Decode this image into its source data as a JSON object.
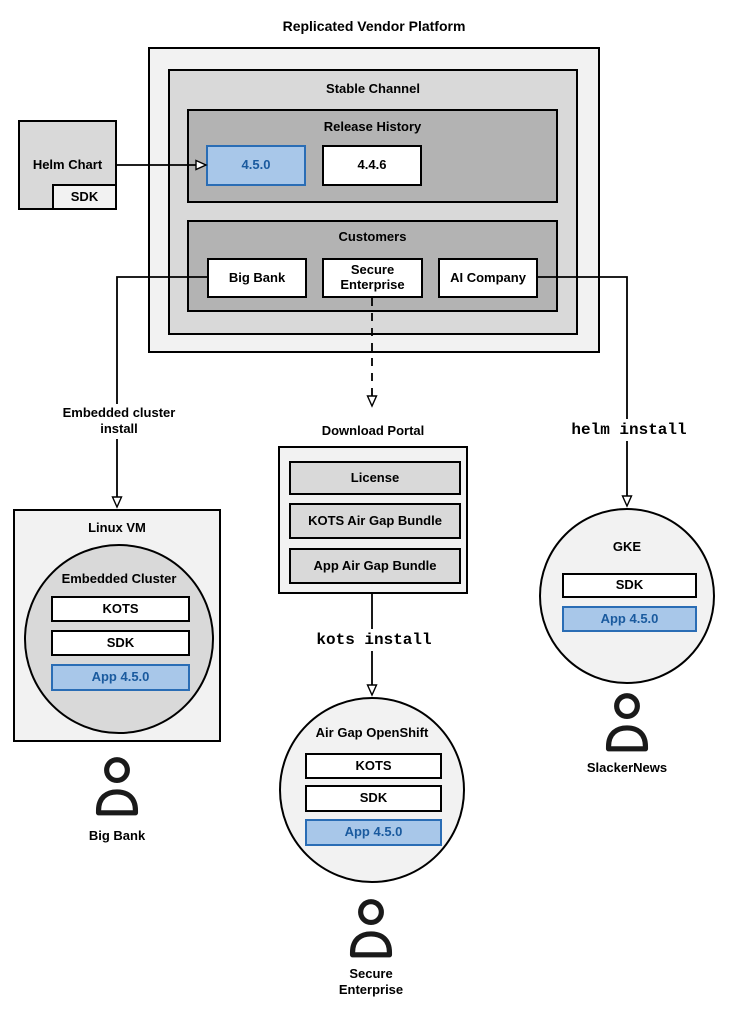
{
  "title": "Replicated Vendor Platform",
  "platform": {
    "stable_channel_label": "Stable Channel",
    "release_history": {
      "label": "Release History",
      "current_version": "4.5.0",
      "previous_version": "4.4.6"
    },
    "customers": {
      "label": "Customers",
      "big_bank": "Big Bank",
      "secure_enterprise": "Secure Enterprise",
      "ai_company": "AI Company"
    }
  },
  "helm_chart": {
    "label": "Helm Chart",
    "sdk_label": "SDK"
  },
  "edges": {
    "embedded_cluster_install": "Embedded cluster install",
    "helm_install": "helm install",
    "kots_install": "kots install"
  },
  "download_portal": {
    "label": "Download Portal",
    "items": [
      "License",
      "KOTS Air Gap Bundle",
      "App Air Gap Bundle"
    ]
  },
  "linux_vm": {
    "label": "Linux VM",
    "embedded_cluster": {
      "label": "Embedded Cluster",
      "components": [
        "KOTS",
        "SDK",
        "App 4.5.0"
      ]
    },
    "user": "Big Bank"
  },
  "air_gap_openshift": {
    "label": "Air Gap OpenShift",
    "components": [
      "KOTS",
      "SDK",
      "App 4.5.0"
    ],
    "user": "Secure Enterprise"
  },
  "gke": {
    "label": "GKE",
    "components": [
      "SDK",
      "App 4.5.0"
    ],
    "user": "SlackerNews"
  },
  "colors": {
    "highlight_fill": "#a8c7e9",
    "highlight_border": "#2a6db5",
    "highlight_text": "#1a5a9e",
    "container_light": "#f2f2f2",
    "container_mid": "#d9d9d9",
    "container_dark": "#b3b3b3"
  }
}
